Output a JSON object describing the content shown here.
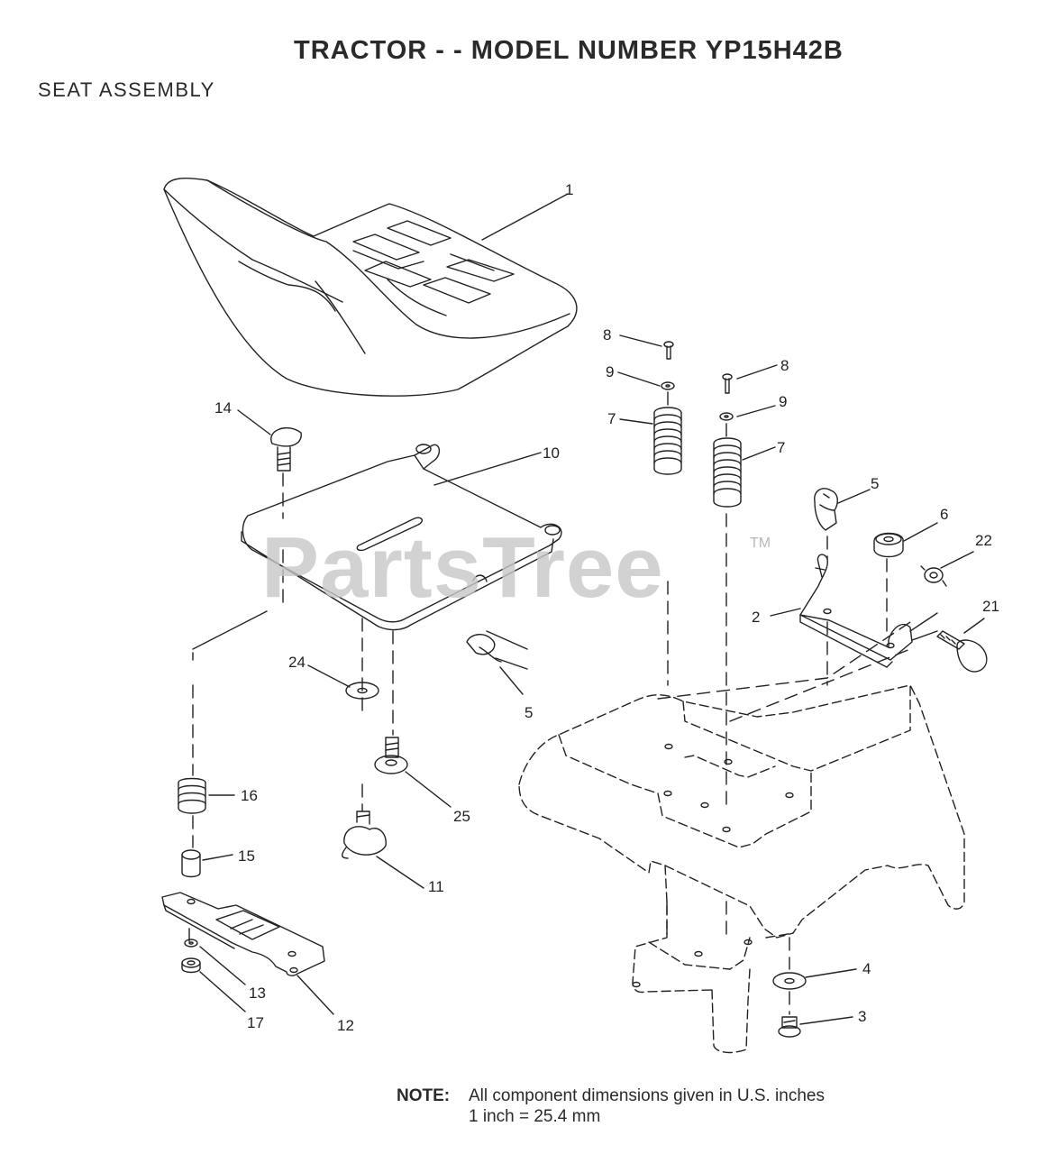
{
  "header": {
    "title": "TRACTOR - - MODEL NUMBER YP15H42B",
    "subtitle": "SEAT ASSEMBLY"
  },
  "watermark": {
    "text": "PartsTree",
    "trademark": "TM"
  },
  "note": {
    "label": "NOTE:",
    "line1": "All component dimensions given in U.S. inches",
    "line2": "1 inch = 25.4 mm"
  },
  "parts": [
    {
      "id": "p1",
      "number": "1"
    },
    {
      "id": "p2",
      "number": "2"
    },
    {
      "id": "p3",
      "number": "3"
    },
    {
      "id": "p4",
      "number": "4"
    },
    {
      "id": "p5a",
      "number": "5"
    },
    {
      "id": "p5b",
      "number": "5"
    },
    {
      "id": "p6",
      "number": "6"
    },
    {
      "id": "p7a",
      "number": "7"
    },
    {
      "id": "p7b",
      "number": "7"
    },
    {
      "id": "p8a",
      "number": "8"
    },
    {
      "id": "p8b",
      "number": "8"
    },
    {
      "id": "p9a",
      "number": "9"
    },
    {
      "id": "p9b",
      "number": "9"
    },
    {
      "id": "p10",
      "number": "10"
    },
    {
      "id": "p11",
      "number": "11"
    },
    {
      "id": "p12",
      "number": "12"
    },
    {
      "id": "p13",
      "number": "13"
    },
    {
      "id": "p14",
      "number": "14"
    },
    {
      "id": "p15",
      "number": "15"
    },
    {
      "id": "p16",
      "number": "16"
    },
    {
      "id": "p17",
      "number": "17"
    },
    {
      "id": "p21",
      "number": "21"
    },
    {
      "id": "p22",
      "number": "22"
    },
    {
      "id": "p24",
      "number": "24"
    },
    {
      "id": "p25",
      "number": "25"
    }
  ],
  "colors": {
    "line": "#222222",
    "watermark": "#c8c8c8"
  }
}
